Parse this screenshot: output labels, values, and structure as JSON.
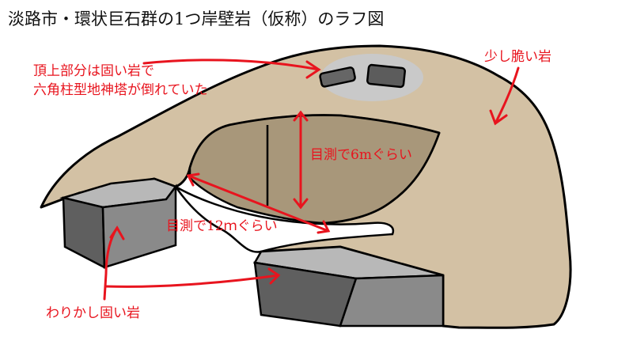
{
  "title": "淡路市・環状巨石群の1つ岸壁岩（仮称）のラフ図",
  "labels": {
    "top_hard_line1": "頂上部分は固い岩で",
    "top_hard_line2": "六角柱型地神塔が倒れていた",
    "brittle_rock": "少し脆い岩",
    "height_estimate": "目測で6mぐらい",
    "width_estimate": "目測で12ｍぐらい",
    "hard_rock_bottom": "わりかし固い岩"
  },
  "colors": {
    "rock_body": "#d3c1a4",
    "rock_inner": "#a8977a",
    "hard_top": "#b8b8b8",
    "hard_front": "#5f5f5f",
    "hard_side": "#8a8a8a",
    "top_patch": "#c9c9c9",
    "annotation_red": "#e8141e"
  }
}
